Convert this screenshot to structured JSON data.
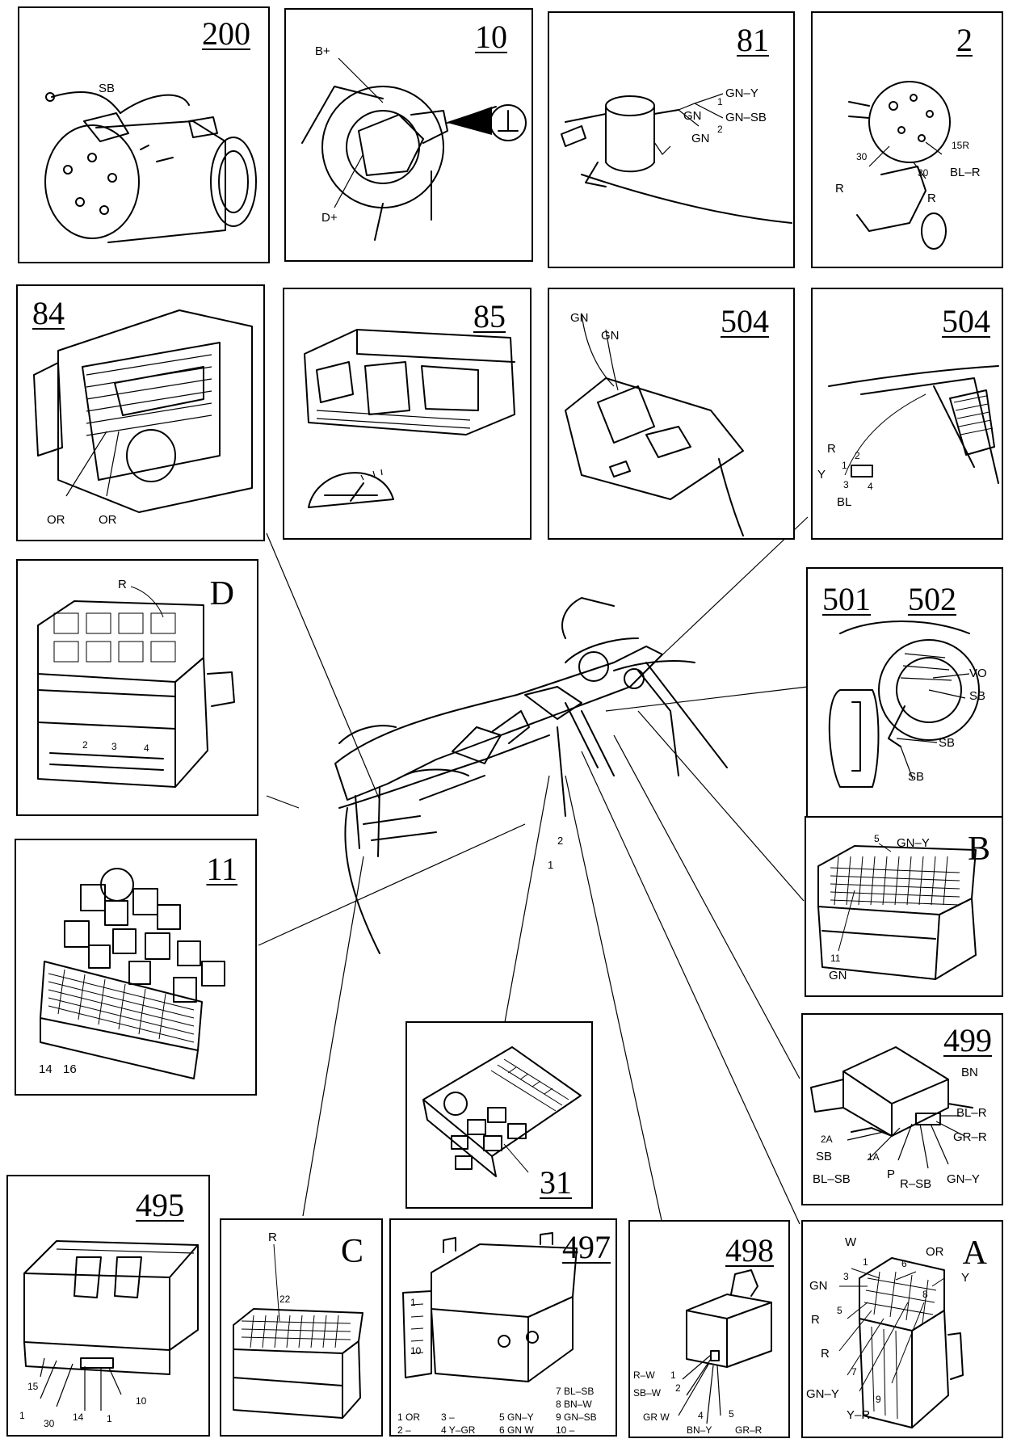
{
  "panels": {
    "p200": {
      "number": "200",
      "labels": [
        "SB"
      ]
    },
    "p10": {
      "number": "10",
      "labels": [
        "B+",
        "D+"
      ]
    },
    "p81": {
      "number": "81",
      "labels": [
        "GN",
        "GN",
        "GN–Y",
        "GN–SB",
        "1",
        "2"
      ]
    },
    "p2": {
      "number": "2",
      "labels": [
        "R",
        "BL–R",
        "R",
        "30",
        "30",
        "15R"
      ]
    },
    "p84": {
      "number": "84",
      "labels": [
        "OR",
        "OR"
      ]
    },
    "p85": {
      "number": "85",
      "labels": []
    },
    "p504a": {
      "number": "504",
      "labels": [
        "GN",
        "GN"
      ]
    },
    "p504b": {
      "number": "504",
      "labels": [
        "R",
        "Y",
        "BL",
        "1",
        "2",
        "3",
        "4"
      ]
    },
    "pD": {
      "letter": "D",
      "labels": [
        "R",
        "2",
        "3",
        "4"
      ]
    },
    "p501": {
      "number1": "501",
      "number2": "502",
      "labels": [
        "VO",
        "SB",
        "SB",
        "SB"
      ]
    },
    "p11": {
      "number": "11",
      "labels": [
        "14",
        "16"
      ]
    },
    "pB": {
      "letter": "B",
      "labels": [
        "5",
        "GN–Y",
        "11",
        "GN"
      ]
    },
    "p31": {
      "number": "31",
      "labels": []
    },
    "p499": {
      "number": "499",
      "labels": [
        "BN",
        "BL–R",
        "GR–R",
        "GN–Y",
        "R–SB",
        "P",
        "BL–SB",
        "SB",
        "2A",
        "1A"
      ]
    },
    "p495": {
      "number": "495",
      "labels": [
        "15",
        "1",
        "30",
        "14",
        "1",
        "10"
      ]
    },
    "pC": {
      "letter": "C",
      "labels": [
        "R",
        "22"
      ]
    },
    "p497": {
      "number": "497",
      "labels": [
        "7 BL–SB",
        "8 BN–W",
        "9 GN–SB",
        "10 –",
        "1 OR",
        "2 –",
        "3 –",
        "4 Y–GR",
        "5 GN–Y",
        "6 GN W",
        "1",
        "10"
      ]
    },
    "p498": {
      "number": "498",
      "labels": [
        "R–W",
        "SB–W",
        "GR W",
        "BN–Y",
        "GR–R",
        "1",
        "2",
        "4",
        "5"
      ]
    },
    "pA": {
      "letter": "A",
      "labels": [
        "W",
        "OR",
        "Y",
        "GN",
        "R",
        "R",
        "GN–Y",
        "Y–R",
        "1",
        "3",
        "5",
        "6",
        "7",
        "8",
        "9"
      ]
    }
  },
  "overview": {
    "labels": [
      "2",
      "1"
    ]
  }
}
